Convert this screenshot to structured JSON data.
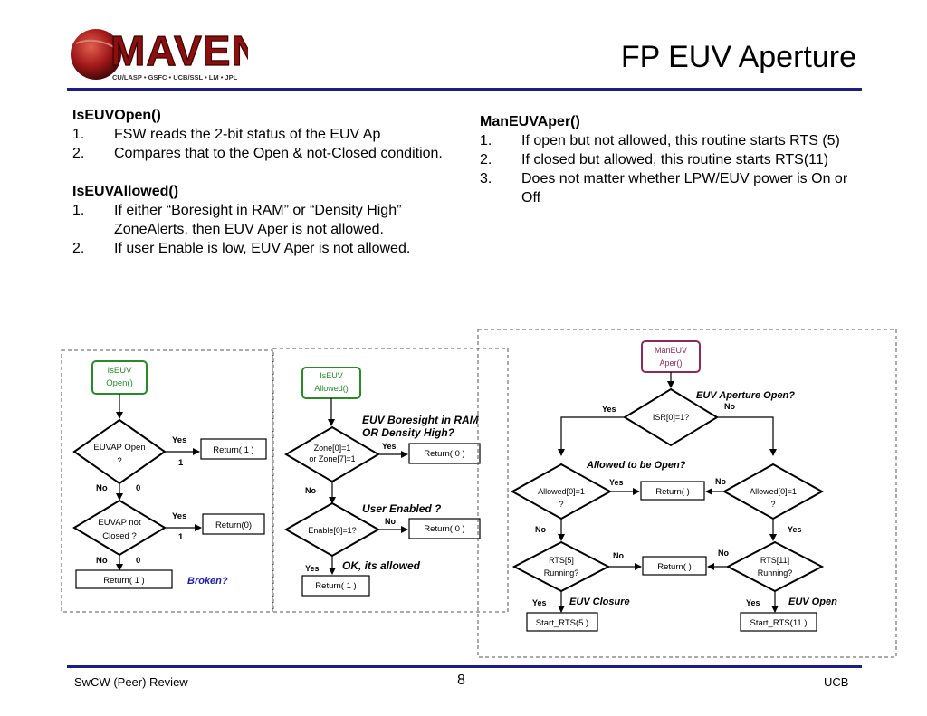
{
  "header": {
    "logo_text": "MAVEN",
    "logo_sub": "CU/LASP • GSFC • UCB/SSL • LM • JPL",
    "title": "FP EUV Aperture"
  },
  "left_text": {
    "sections": [
      {
        "heading": "IsEUVOpen()",
        "items": [
          {
            "num": "1.",
            "text": "FSW reads the 2-bit status of the EUV Ap"
          },
          {
            "num": "2.",
            "text": "Compares that to the Open & not-Closed condition."
          }
        ]
      },
      {
        "heading": "IsEUVAllowed()",
        "items": [
          {
            "num": "1.",
            "text": "If either “Boresight in RAM” or “Density High” ZoneAlerts, then EUV Aper is not allowed."
          },
          {
            "num": "2.",
            "text": "If user Enable is low, EUV Aper is not allowed."
          }
        ]
      }
    ]
  },
  "right_text": {
    "heading": "ManEUVAper()",
    "items": [
      {
        "num": "1.",
        "text": "If open but not allowed, this routine starts RTS (5)"
      },
      {
        "num": "2.",
        "text": "If closed but allowed, this routine starts RTS(11)"
      },
      {
        "num": "3.",
        "text": "Does not matter whether LPW/EUV power is On or Off"
      }
    ]
  },
  "flow1": {
    "start": [
      "IsEUV",
      "Open()"
    ],
    "d1": [
      "EUVAP Open",
      "?"
    ],
    "d1_yes": "Yes",
    "d1_yes_val": "1",
    "ret1": "Return( 1 )",
    "d1_no": "No",
    "d1_no_val": "0",
    "d2": [
      "EUVAP not",
      "Closed ?"
    ],
    "d2_yes": "Yes",
    "d2_yes_val": "1",
    "ret2": "Return(0)",
    "d2_no": "No",
    "d2_no_val": "0",
    "ret3": "Return( 1 )",
    "note": "Broken?"
  },
  "flow2": {
    "start": [
      "IsEUV",
      "Allowed()"
    ],
    "note1": [
      "EUV Boresight in RAM",
      "OR Density High?"
    ],
    "d1": [
      "Zone[0]=1",
      "or Zone[7]=1"
    ],
    "d1_yes": "Yes",
    "ret1": "Return( 0 )",
    "d1_no": "No",
    "note2": "User Enabled ?",
    "d2": "Enable[0]=1?",
    "d2_no": "No",
    "ret2": "Return( 0 )",
    "d2_yes": "Yes",
    "note3": "OK, its allowed",
    "ret3": "Return( 1 )"
  },
  "flow3": {
    "start": [
      "ManEUV",
      "Aper()"
    ],
    "note_open": "EUV Aperture Open?",
    "d_isr": "ISR[0]=1?",
    "isr_yes": "Yes",
    "isr_no": "No",
    "note_allowed": "Allowed to be Open?",
    "dl": [
      "Allowed[0]=1",
      "?"
    ],
    "dl_yes": "Yes",
    "ret_mid": "Return( )",
    "dr": [
      "Allowed[0]=1",
      "?"
    ],
    "dr_no": "No",
    "dl_no": "No",
    "dr_yes": "Yes",
    "rts5": [
      "RTS[5]",
      "Running?"
    ],
    "rts5_no": "No",
    "ret_low": "Return( )",
    "rts11": [
      "RTS[11]",
      "Running?"
    ],
    "rts11_no": "No",
    "rts5_yes": "Yes",
    "closure": "EUV Closure",
    "start5": "Start_RTS(5 )",
    "rts11_yes": "Yes",
    "open": "EUV Open",
    "start11": "Start_RTS(11 )"
  },
  "footer": {
    "left": "SwCW (Peer) Review",
    "page": "8",
    "right": "UCB"
  },
  "colors": {
    "rule": "#1e1e82",
    "start_green": "#2a8a2a",
    "start_purple": "#8a2a5a",
    "note_blue": "#1a1ab0",
    "logo_red": "#a01818"
  }
}
